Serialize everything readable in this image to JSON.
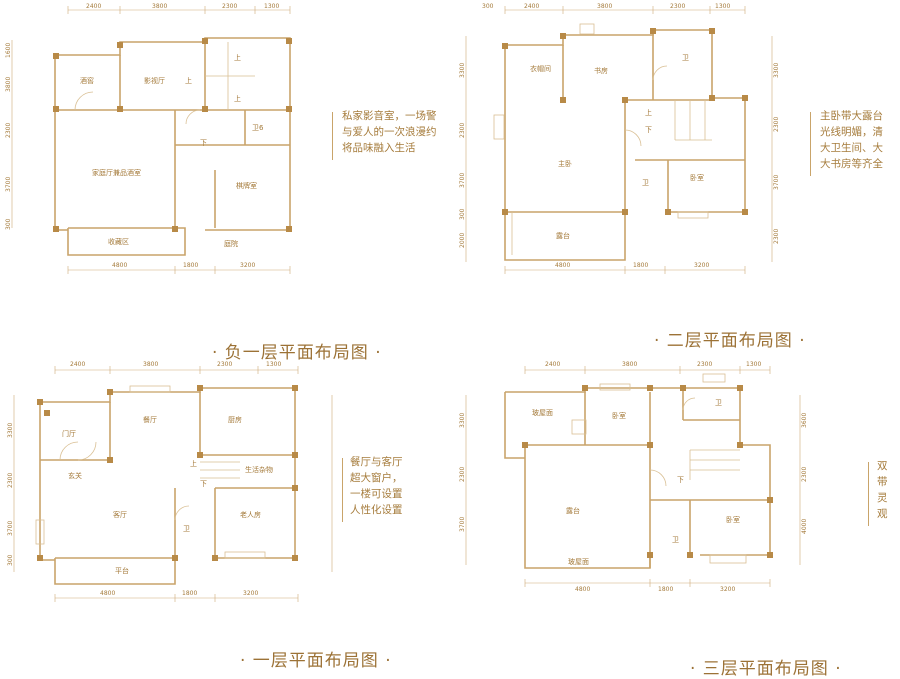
{
  "titles": {
    "b1": "· 负一层平面布局图 ·",
    "f2": "· 二层平面布局图 ·",
    "f1": "· 一层平面布局图 ·",
    "f3": "· 三层平面布局图 ·"
  },
  "descriptions": {
    "b1": [
      "私家影音室，一场警",
      "与爱人的一次浪漫约",
      "将品味融入生活"
    ],
    "f2": [
      "主卧带大露台",
      "光线明媚，清",
      "大卫生间、大",
      "大书房等齐全"
    ],
    "f1": [
      "餐厅与客厅",
      "超大窗户，",
      "一楼可设置",
      "人性化设置"
    ],
    "f3": [
      "双",
      "带",
      "灵",
      "观"
    ]
  },
  "dimensions": {
    "top_row": [
      "2400",
      "3800",
      "2300",
      "1300"
    ],
    "bottom_row": [
      "4800",
      "1800",
      "3200"
    ],
    "f2_top_extra": "300",
    "b1_left": [
      "1600",
      "3800",
      "2300",
      "3700",
      "300"
    ],
    "f2_left": [
      "3300",
      "2300",
      "3700",
      "300",
      "2000"
    ],
    "f2_right": [
      "3300",
      "2300",
      "3700",
      "2300"
    ],
    "f1_left": [
      "3300",
      "2300",
      "3700",
      "300"
    ],
    "f3_left": [
      "3300",
      "2300",
      "3700"
    ],
    "f3_right": [
      "3600",
      "2300",
      "4000"
    ]
  },
  "rooms": {
    "b1": {
      "wine_cellar": "酒窖",
      "theater": "影视厅",
      "up1": "上",
      "up2": "上",
      "up3": "上",
      "bath": "卫6",
      "down": "下",
      "family_hall": "家庭厅兼品酒室",
      "chess": "棋牌室",
      "collection": "收藏区",
      "courtyard": "庭院"
    },
    "f2": {
      "closet": "衣帽间",
      "study": "书房",
      "bath1": "卫",
      "up": "上",
      "down": "下",
      "master": "主卧",
      "bath2": "卫",
      "bedroom": "卧室",
      "terrace": "露台"
    },
    "f1": {
      "dining": "餐厅",
      "kitchen": "厨房",
      "foyer": "门厅",
      "entry": "玄关",
      "up": "上",
      "storage": "生活杂物",
      "down": "下",
      "living": "客厅",
      "bath": "卫",
      "elder": "老人房",
      "platform": "平台"
    },
    "f3": {
      "glass_roof1": "玻屋面",
      "bedroom1": "卧室",
      "bath1": "卫",
      "terrace": "露台",
      "down": "下",
      "bath2": "卫",
      "bedroom2": "卧室",
      "glass_roof2": "玻屋面"
    }
  }
}
